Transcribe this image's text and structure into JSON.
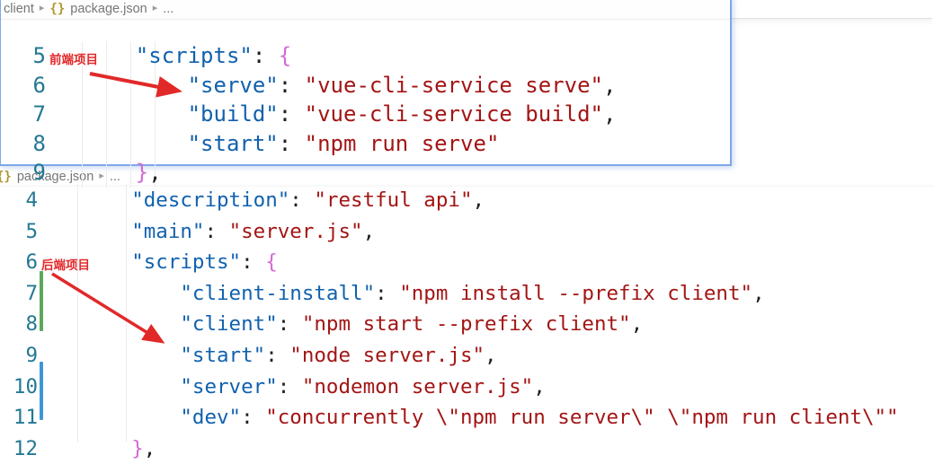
{
  "icons": {
    "chevron": "▸",
    "json_braces": "{}",
    "arrow_color": "#e12929"
  },
  "colors": {
    "annotation_red": "#e12929",
    "json_key_blue": "#1161ae",
    "json_string_red": "#a31515",
    "bracket_orchid": "#d36ad3",
    "line_number_teal": "#237893",
    "selection_border_blue": "#7ea7ea",
    "gutter_added_green": "#5ca95c",
    "gutter_modified_blue": "#3e97d7"
  },
  "top_editor": {
    "breadcrumb": {
      "root": "client",
      "file": "package.json",
      "more": "..."
    },
    "annotation": {
      "label": "前端项目"
    },
    "code_lines": [
      {
        "num": "5",
        "segs": [
          {
            "t": "    ",
            "c": "ws"
          },
          {
            "t": "\"scripts\"",
            "c": "key"
          },
          {
            "t": ": ",
            "c": "pn"
          },
          {
            "t": "{",
            "c": "br"
          }
        ]
      },
      {
        "num": "6",
        "segs": [
          {
            "t": "        ",
            "c": "ws"
          },
          {
            "t": "\"serve\"",
            "c": "key"
          },
          {
            "t": ": ",
            "c": "pn"
          },
          {
            "t": "\"vue-cli-service serve\"",
            "c": "str"
          },
          {
            "t": ",",
            "c": "pn"
          }
        ]
      },
      {
        "num": "7",
        "segs": [
          {
            "t": "        ",
            "c": "ws"
          },
          {
            "t": "\"build\"",
            "c": "key"
          },
          {
            "t": ": ",
            "c": "pn"
          },
          {
            "t": "\"vue-cli-service build\"",
            "c": "str"
          },
          {
            "t": ",",
            "c": "pn"
          }
        ]
      },
      {
        "num": "8",
        "segs": [
          {
            "t": "        ",
            "c": "ws"
          },
          {
            "t": "\"start\"",
            "c": "key"
          },
          {
            "t": ": ",
            "c": "pn"
          },
          {
            "t": "\"npm run serve\"",
            "c": "str"
          }
        ]
      },
      {
        "num": "9",
        "segs": [
          {
            "t": "    ",
            "c": "ws"
          },
          {
            "t": "}",
            "c": "br"
          },
          {
            "t": ",",
            "c": "pn"
          }
        ]
      }
    ]
  },
  "bottom_editor": {
    "breadcrumb": {
      "file": "package.json",
      "more": "..."
    },
    "annotation": {
      "label": "后端项目"
    },
    "gutter_indicators": [
      {
        "type": "added",
        "lines": "7-8"
      },
      {
        "type": "modified",
        "lines": "10-11"
      }
    ],
    "code_lines": [
      {
        "num": "4",
        "segs": [
          {
            "t": "    ",
            "c": "ws"
          },
          {
            "t": "\"description\"",
            "c": "key"
          },
          {
            "t": ": ",
            "c": "pn"
          },
          {
            "t": "\"restful api\"",
            "c": "str"
          },
          {
            "t": ",",
            "c": "pn"
          }
        ]
      },
      {
        "num": "5",
        "segs": [
          {
            "t": "    ",
            "c": "ws"
          },
          {
            "t": "\"main\"",
            "c": "key"
          },
          {
            "t": ": ",
            "c": "pn"
          },
          {
            "t": "\"server.js\"",
            "c": "str"
          },
          {
            "t": ",",
            "c": "pn"
          }
        ]
      },
      {
        "num": "6",
        "segs": [
          {
            "t": "    ",
            "c": "ws"
          },
          {
            "t": "\"scripts\"",
            "c": "key"
          },
          {
            "t": ": ",
            "c": "pn"
          },
          {
            "t": "{",
            "c": "br"
          }
        ]
      },
      {
        "num": "7",
        "segs": [
          {
            "t": "        ",
            "c": "ws"
          },
          {
            "t": "\"client-install\"",
            "c": "key"
          },
          {
            "t": ": ",
            "c": "pn"
          },
          {
            "t": "\"npm install --prefix client\"",
            "c": "str"
          },
          {
            "t": ",",
            "c": "pn"
          }
        ]
      },
      {
        "num": "8",
        "segs": [
          {
            "t": "        ",
            "c": "ws"
          },
          {
            "t": "\"client\"",
            "c": "key"
          },
          {
            "t": ": ",
            "c": "pn"
          },
          {
            "t": "\"npm start --prefix client\"",
            "c": "str"
          },
          {
            "t": ",",
            "c": "pn"
          }
        ]
      },
      {
        "num": "9",
        "segs": [
          {
            "t": "        ",
            "c": "ws"
          },
          {
            "t": "\"start\"",
            "c": "key"
          },
          {
            "t": ": ",
            "c": "pn"
          },
          {
            "t": "\"node server.js\"",
            "c": "str"
          },
          {
            "t": ",",
            "c": "pn"
          }
        ]
      },
      {
        "num": "10",
        "segs": [
          {
            "t": "        ",
            "c": "ws"
          },
          {
            "t": "\"server\"",
            "c": "key"
          },
          {
            "t": ": ",
            "c": "pn"
          },
          {
            "t": "\"nodemon server.js\"",
            "c": "str"
          },
          {
            "t": ",",
            "c": "pn"
          }
        ]
      },
      {
        "num": "11",
        "segs": [
          {
            "t": "        ",
            "c": "ws"
          },
          {
            "t": "\"dev\"",
            "c": "key"
          },
          {
            "t": ": ",
            "c": "pn"
          },
          {
            "t": "\"concurrently \\\"npm run server\\\" \\\"npm run client\\\"\"",
            "c": "str"
          }
        ]
      },
      {
        "num": "12",
        "segs": [
          {
            "t": "    ",
            "c": "ws"
          },
          {
            "t": "}",
            "c": "br"
          },
          {
            "t": ",",
            "c": "pn"
          }
        ]
      }
    ]
  }
}
